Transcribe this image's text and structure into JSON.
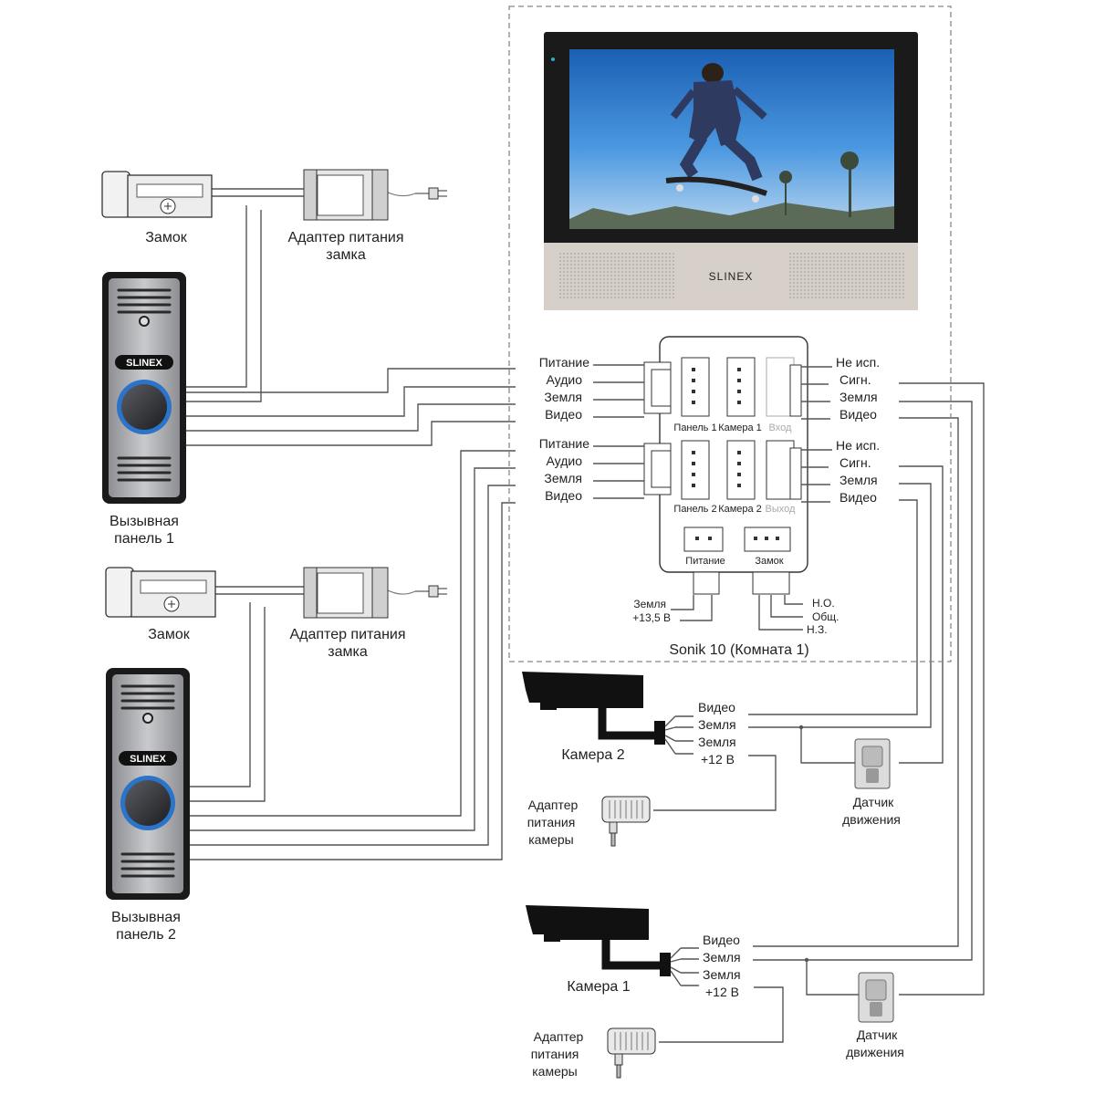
{
  "lock_top": {
    "label": "Замок",
    "adapter_label_1": "Адаптер питания",
    "adapter_label_2": "замка"
  },
  "lock_bottom": {
    "label": "Замок",
    "adapter_label_1": "Адаптер питания",
    "adapter_label_2": "замка"
  },
  "panel1": {
    "brand": "SLINEX",
    "label_1": "Вызывная",
    "label_2": "панель 1"
  },
  "panel2": {
    "brand": "SLINEX",
    "label_1": "Вызывная",
    "label_2": "панель 2"
  },
  "monitor": {
    "brand": "SLINEX",
    "model_label": "Sonik 10 (Комната 1)"
  },
  "left_group_1": [
    "Питание",
    "Аудио",
    "Земля",
    "Видео"
  ],
  "left_group_2": [
    "Питание",
    "Аудио",
    "Земля",
    "Видео"
  ],
  "right_group_1": [
    "Не исп.",
    "Сигн.",
    "Земля",
    "Видео"
  ],
  "right_group_2": [
    "Не исп.",
    "Сигн.",
    "Земля",
    "Видео"
  ],
  "connectors": {
    "panel1": "Панель 1",
    "camera1": "Камера 1",
    "input": "Вход",
    "panel2": "Панель 2",
    "camera2": "Камера 2",
    "output": "Выход",
    "power": "Питание",
    "lock": "Замок"
  },
  "power_terminals": [
    "Земля",
    "+13,5 В"
  ],
  "lock_terminals": [
    "Н.О.",
    "Общ.",
    "Н.З."
  ],
  "camera2": {
    "label": "Камера 2",
    "wires": [
      "Видео",
      "Земля",
      "Земля",
      "+12 В"
    ],
    "adapter_1": "Адаптер",
    "adapter_2": "питания",
    "adapter_3": "камеры"
  },
  "camera1": {
    "label": "Камера 1",
    "wires": [
      "Видео",
      "Земля",
      "Земля",
      "+12 В"
    ],
    "adapter_1": "Адаптер",
    "adapter_2": "питания",
    "adapter_3": "камеры"
  },
  "sensor_top": {
    "label_1": "Датчик",
    "label_2": "движения"
  },
  "sensor_bottom": {
    "label_1": "Датчик",
    "label_2": "движения"
  }
}
